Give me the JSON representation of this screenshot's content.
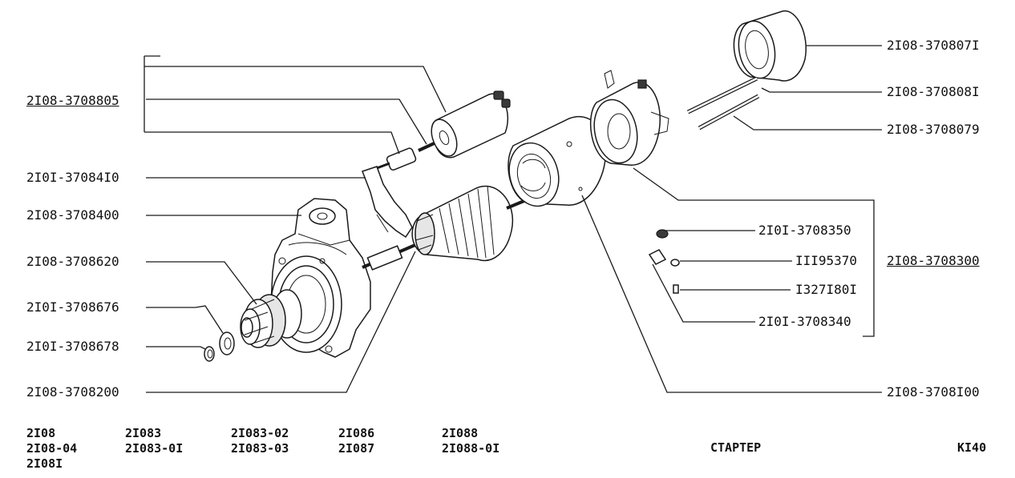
{
  "labels": {
    "l_3708805": "2I08-3708805",
    "l_3708410": "2I0I-37084I0",
    "l_3708400": "2I08-3708400",
    "l_3708620": "2I08-3708620",
    "l_3708676": "2I0I-3708676",
    "l_3708678": "2I0I-3708678",
    "l_3708200": "2I08-3708200",
    "r_3708071": "2I08-370807I",
    "r_3708081": "2I08-370808I",
    "r_3708079": "2I08-3708079",
    "r_3708350": "2I0I-3708350",
    "r_111195370": "III95370",
    "r_13271801": "I327I80I",
    "r_3708340": "2I0I-3708340",
    "r_3708300": "2I08-3708300",
    "r_3708100": "2I08-3708I00"
  },
  "footer": {
    "models_col1": [
      "2I08",
      "2I08-04",
      "2I08I"
    ],
    "models_col2": [
      "2I083",
      "2I083-0I"
    ],
    "models_col3": [
      "2I083-02",
      "2I083-03"
    ],
    "models_col4": [
      "2I086",
      "2I087"
    ],
    "models_col5": [
      "2I088",
      "2I088-0I"
    ],
    "title": "СТАРТЕР",
    "code": "KI40"
  }
}
